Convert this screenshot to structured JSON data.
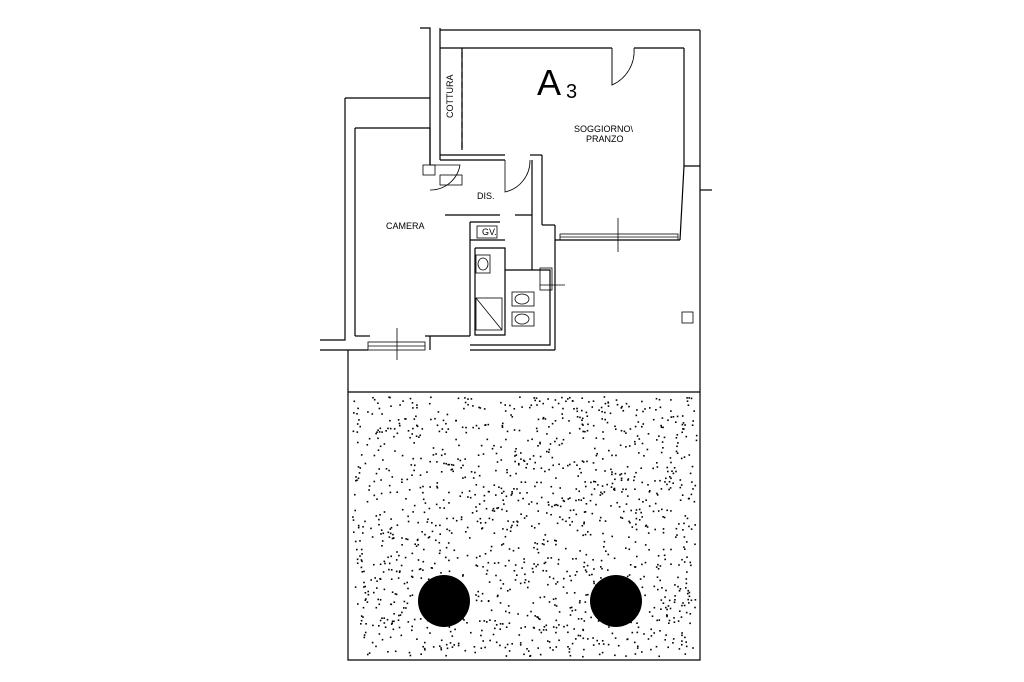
{
  "unit": {
    "letter": "A",
    "number": "3"
  },
  "rooms": {
    "cottura": "COTTURA",
    "soggiorno": "SOGGIORNO\\",
    "pranzo": "PRANZO",
    "camera": "CAMERA",
    "disimpegno": "DIS.",
    "wardrobe": "GV."
  },
  "colors": {
    "ink": "#000000",
    "paper": "#ffffff"
  }
}
